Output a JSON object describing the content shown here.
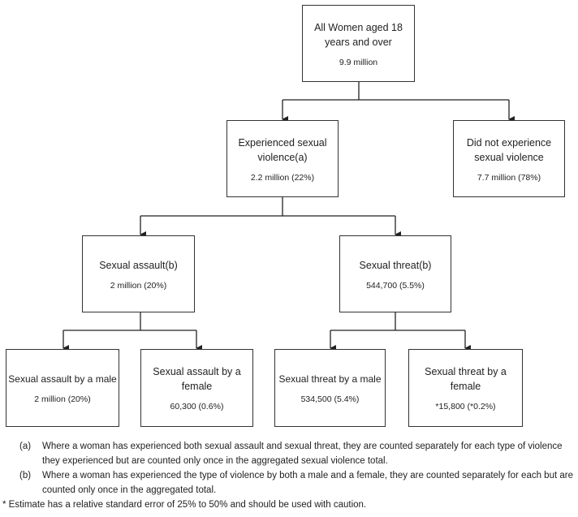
{
  "nodes": {
    "root": {
      "title": "All Women aged 18 years and over",
      "value": "9.9 million"
    },
    "experienced": {
      "title": "Experienced sexual violence(a)",
      "value": "2.2 million (22%)"
    },
    "not_experienced": {
      "title": "Did not experience sexual violence",
      "value": "7.7 million (78%)"
    },
    "assault": {
      "title": "Sexual assault(b)",
      "value": "2 million (20%)"
    },
    "threat": {
      "title": "Sexual threat(b)",
      "value": "544,700 (5.5%)"
    },
    "assault_male": {
      "title": "Sexual assault by a male",
      "value": "2 million (20%)"
    },
    "assault_female": {
      "title": "Sexual assault by a female",
      "value": "60,300 (0.6%)"
    },
    "threat_male": {
      "title": "Sexual threat by a male",
      "value": "534,500 (5.4%)"
    },
    "threat_female": {
      "title": "Sexual threat by a female",
      "value": "*15,800 (*0.2%)"
    }
  },
  "footnotes": {
    "a": {
      "label": "(a)",
      "text": "Where a woman has experienced both sexual assault and sexual threat, they are counted separately for each type of violence they experienced but are counted only once in the aggregated sexual violence total."
    },
    "b": {
      "label": "(b)",
      "text": "Where a woman has experienced the type of violence by both a male and a female, they are counted separately for each but are counted only once in the aggregated total."
    },
    "star": "* Estimate has a relative standard error of 25% to 50% and should be used with caution."
  }
}
